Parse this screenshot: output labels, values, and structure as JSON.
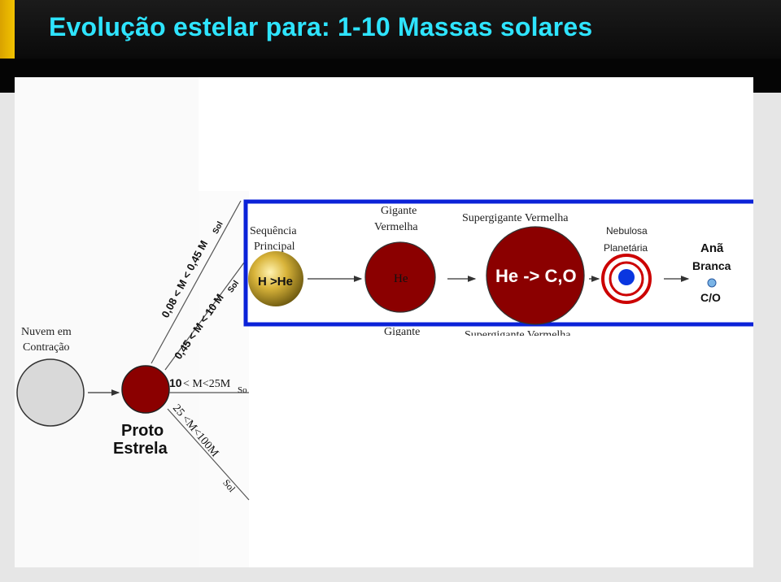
{
  "slide": {
    "title": "Evolução estelar para: 1-10 Massas solares"
  },
  "colors": {
    "title_text": "#2ee4ff",
    "accent": "#f2c300",
    "highlight_frame": "#0b22d8",
    "star_red": "#8b0000",
    "cloud_gray": "#d9d9d9",
    "nebula_ring": "#cc0000",
    "white_dwarf": "#7ab4e6"
  },
  "diagram": {
    "cloud_label_line1": "Nuvem em",
    "cloud_label_line2": "Contração",
    "proto_label_line1": "Proto",
    "proto_label_line2": "Estrela",
    "branch_low": "0,08 < M < 0,45 M",
    "branch_low_sub": "Sol",
    "branch_mid": "0,45 < M < 10 M",
    "branch_mid_sub": "Sol",
    "branch_high_num": "10",
    "branch_high": "< M<25M",
    "branch_high_sub": "So",
    "branch_vhigh": "25 <M<100M",
    "branch_vhigh_sub": "Sol",
    "main_seq_line1": "Sequência",
    "main_seq_line2": "Principal",
    "sun_label": "H >He",
    "red_giant_line1": "Gigante",
    "red_giant_line2": "Vermelha",
    "red_giant_core": "He",
    "supergiant_label": "Supergigante Vermelha",
    "supergiant_core": "He -> C,O",
    "nebula_line1": "Nebulosa",
    "nebula_line2": "Planetária",
    "dwarf_line1": "Anã",
    "dwarf_line2": "Branca",
    "dwarf_core": "C/O",
    "below_giant": "Gigante",
    "below_supergiant": "Supergigante Vermelha"
  }
}
